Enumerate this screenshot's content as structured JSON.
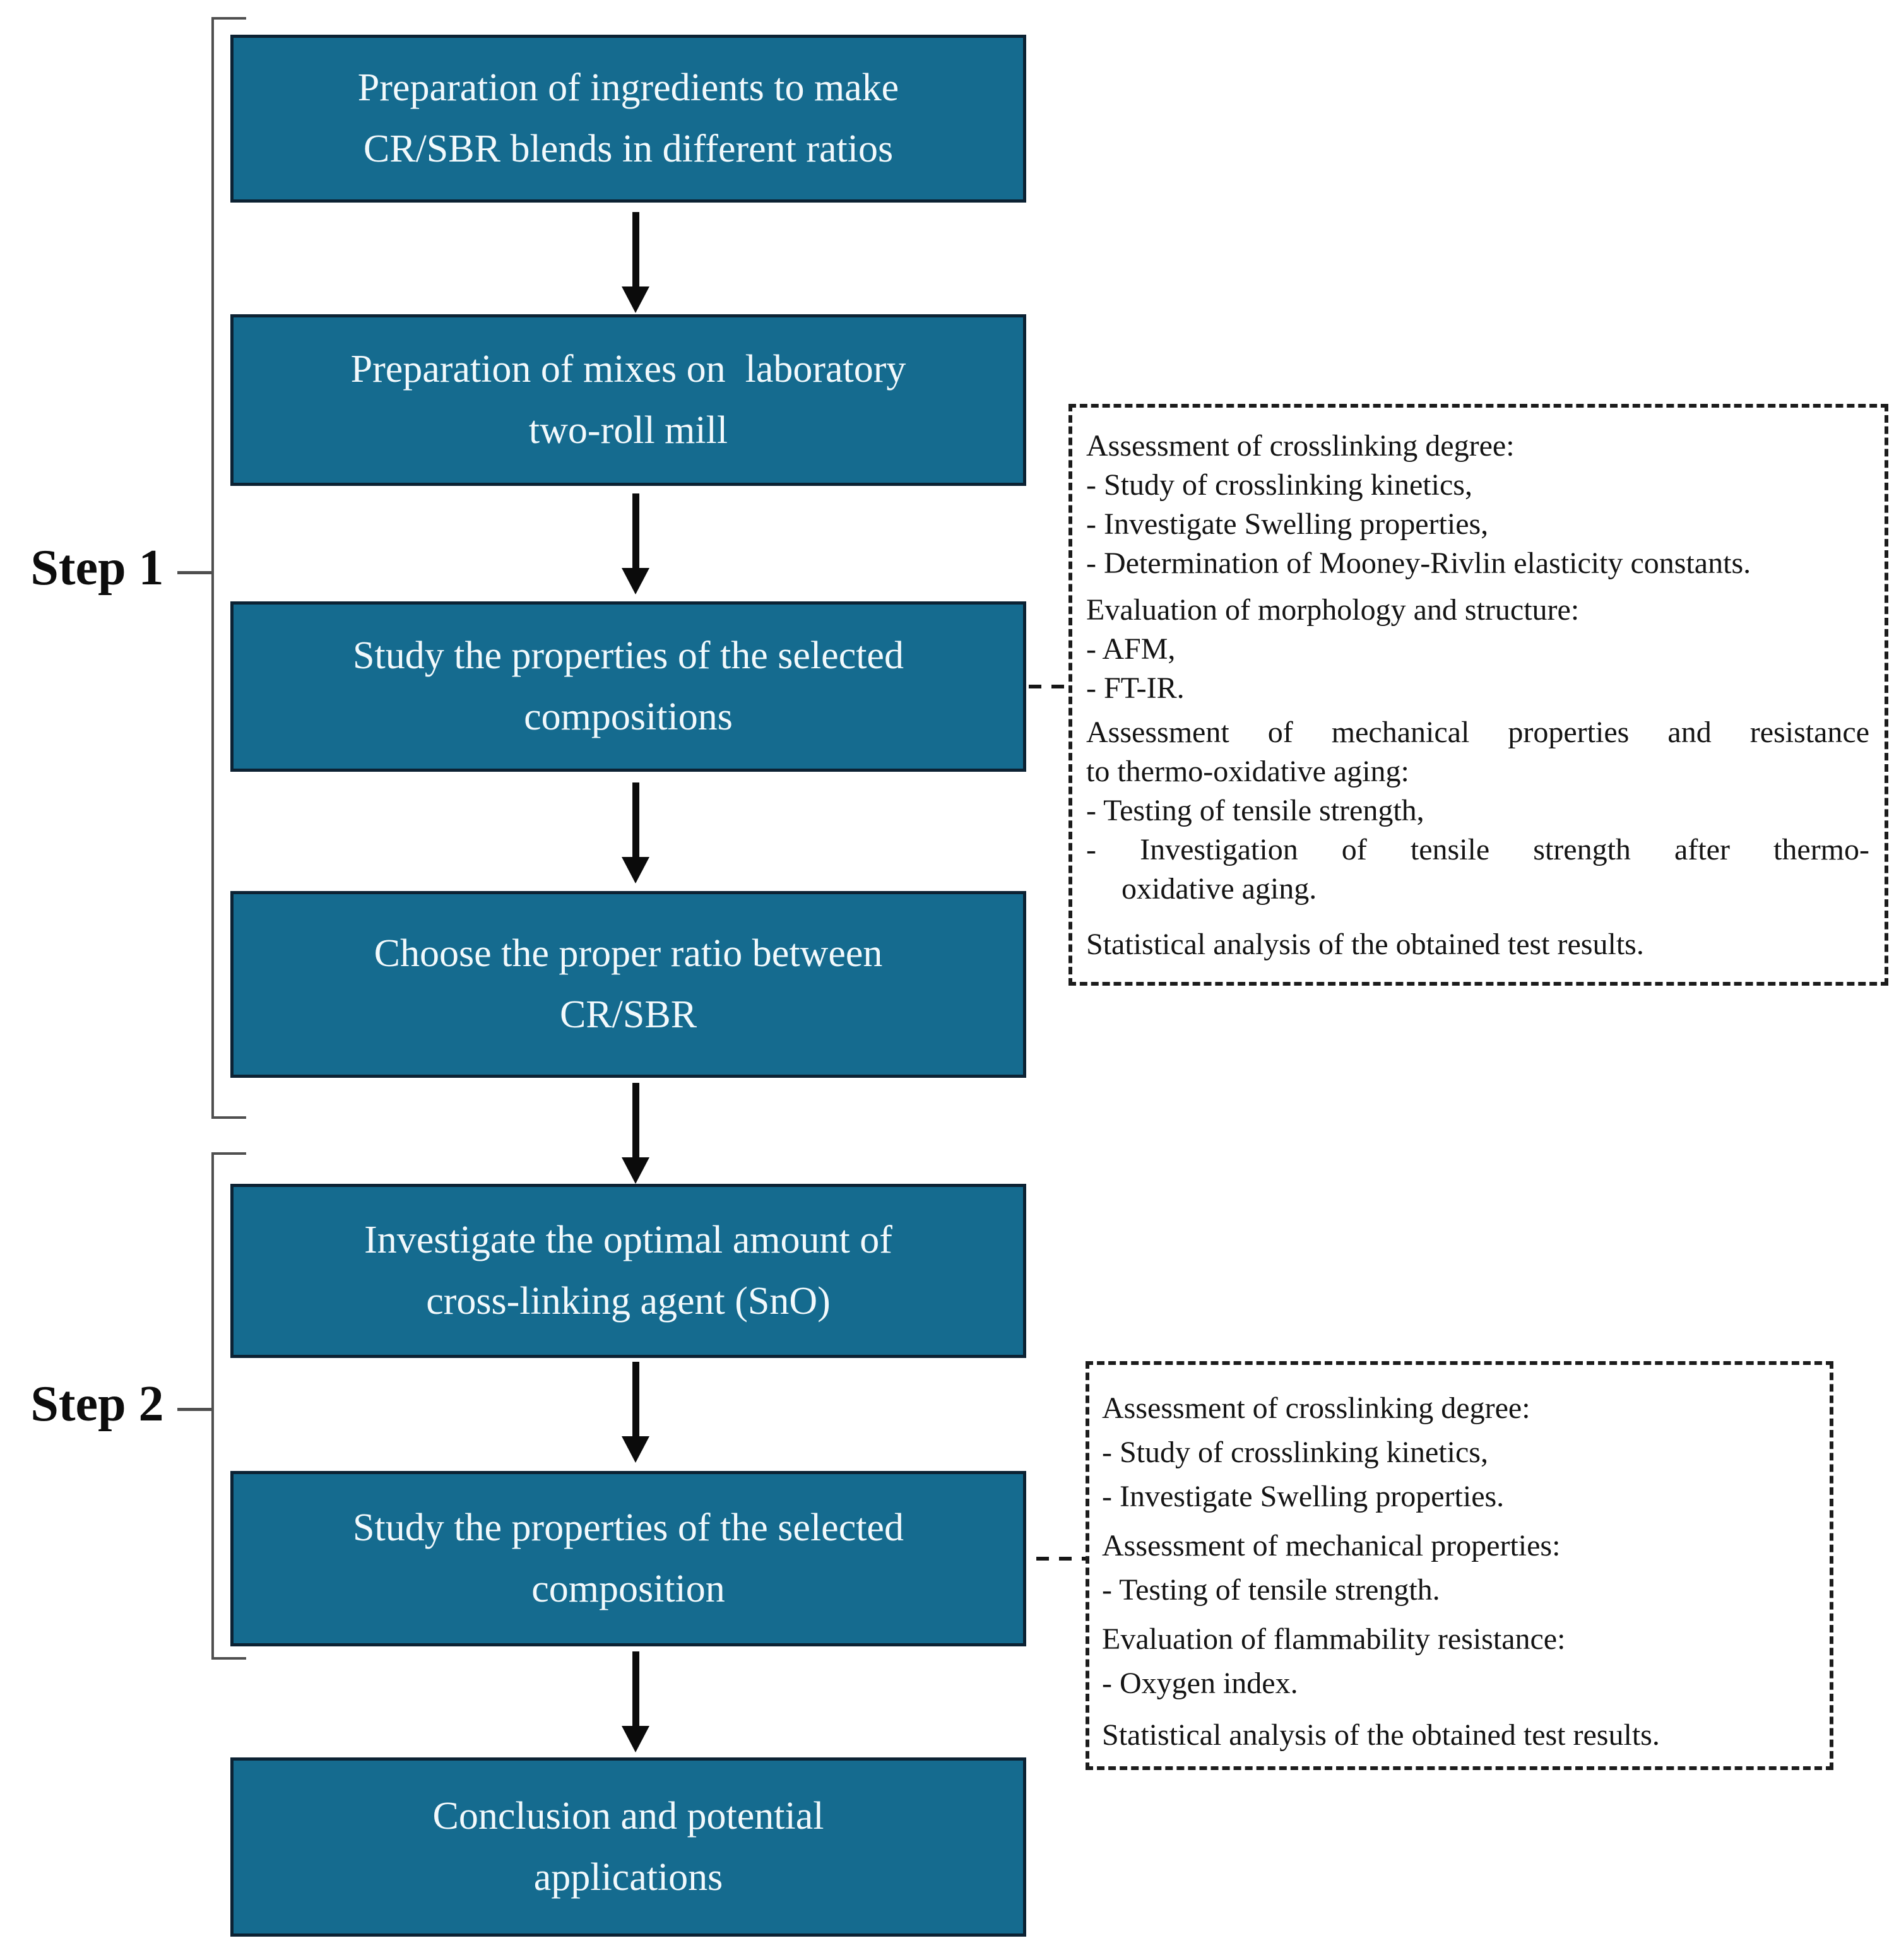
{
  "figure": {
    "type": "flowchart",
    "background": "#ffffff",
    "box_fill": "#156b8f",
    "box_border": "#0c2233",
    "box_text_color": "#f2f9fc",
    "bracket_color": "#4f4f4f",
    "dash_border_color": "#1c1c1c",
    "arrow_color": "#0b0b0b"
  },
  "steps": {
    "step1": {
      "label": "Step 1"
    },
    "step2": {
      "label": "Step 2"
    }
  },
  "flow": {
    "boxes": [
      {
        "id": "box1",
        "lines": [
          "Preparation of ingredients to make",
          "CR/SBR blends in different ratios"
        ]
      },
      {
        "id": "box2",
        "lines": [
          "Preparation of mixes on  laboratory",
          "two-roll mill"
        ]
      },
      {
        "id": "box3",
        "lines": [
          "Study the properties of the selected",
          "compositions"
        ]
      },
      {
        "id": "box4",
        "lines": [
          "Choose the proper ratio between",
          "CR/SBR"
        ]
      },
      {
        "id": "box5",
        "lines": [
          "Investigate the optimal amount of",
          "cross-linking agent (SnO)"
        ]
      },
      {
        "id": "box6",
        "lines": [
          "Study the properties of the selected",
          "composition"
        ]
      },
      {
        "id": "box7",
        "lines": [
          "Conclusion and potential",
          "applications"
        ]
      }
    ]
  },
  "annotations": {
    "panel1": {
      "items": [
        {
          "type": "h",
          "text": "Assessment of crosslinking degree:"
        },
        {
          "type": "b",
          "text": "- Study of crosslinking kinetics,"
        },
        {
          "type": "b",
          "text": "- Investigate Swelling properties,"
        },
        {
          "type": "b",
          "text": "- Determination of Mooney-Rivlin elasticity constants."
        },
        {
          "type": "h",
          "text": "Evaluation of morphology and structure:"
        },
        {
          "type": "b",
          "text": "- AFM,"
        },
        {
          "type": "b",
          "text": "- FT-IR."
        },
        {
          "type": "hJ",
          "text": "Assessment of mechanical properties and resistance"
        },
        {
          "type": "h2",
          "text": "to thermo-oxidative aging:"
        },
        {
          "type": "b",
          "text": "- Testing of tensile strength,"
        },
        {
          "type": "bJ",
          "text": "- Investigation of tensile strength after thermo-"
        },
        {
          "type": "b2",
          "text": "oxidative aging."
        },
        {
          "type": "f",
          "text": "Statistical analysis of the obtained test results."
        }
      ]
    },
    "panel2": {
      "items": [
        {
          "type": "h",
          "text": "Assessment of crosslinking degree:"
        },
        {
          "type": "b",
          "text": "- Study of crosslinking kinetics,"
        },
        {
          "type": "b",
          "text": "- Investigate Swelling properties."
        },
        {
          "type": "h",
          "text": "Assessment of mechanical properties:"
        },
        {
          "type": "b",
          "text": "- Testing of tensile strength."
        },
        {
          "type": "h",
          "text": "Evaluation of flammability resistance:"
        },
        {
          "type": "b",
          "text": "- Oxygen index."
        },
        {
          "type": "f",
          "text": "Statistical analysis of the obtained test results."
        }
      ]
    }
  }
}
